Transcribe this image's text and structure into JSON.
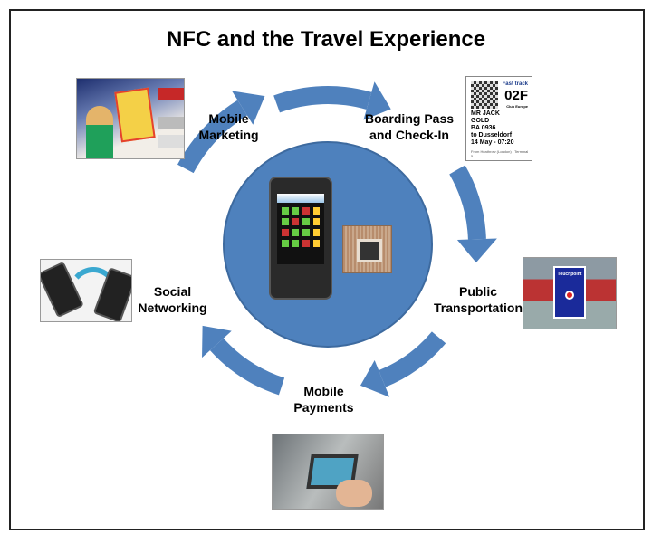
{
  "title": "NFC and the Travel Experience",
  "colors": {
    "hub": "#4e81bd",
    "arrows": "#4f81bd",
    "frame": "#222222"
  },
  "center": {
    "phone_icon": "smartphone-icon",
    "chip_icon": "nfc-chip-icon"
  },
  "stages": [
    {
      "label_line1": "Mobile",
      "label_line2": "Marketing",
      "image": "mobile-marketing-image"
    },
    {
      "label_line1": "Boarding Pass",
      "label_line2": "and Check-In",
      "image": "boarding-pass-image"
    },
    {
      "label_line1": "Public",
      "label_line2": "Transportation",
      "image": "touchpoint-sign-image"
    },
    {
      "label_line1": "Mobile",
      "label_line2": "Payments",
      "image": "payment-terminal-image"
    },
    {
      "label_line1": "Social",
      "label_line2": "Networking",
      "image": "phones-sharing-image"
    }
  ],
  "boarding_pass": {
    "fast_track": "Fast track",
    "seat": "02F",
    "class": "Club Europe",
    "name1": "MR JACK",
    "name2": "GOLD",
    "flight": "BA 0936",
    "destination": "to Dusseldorf",
    "date_time": "14 May - 07:20",
    "from": "From   Heathrow (London) - Terminal 5"
  },
  "touchpoint": {
    "heading": "Touchpoint"
  }
}
